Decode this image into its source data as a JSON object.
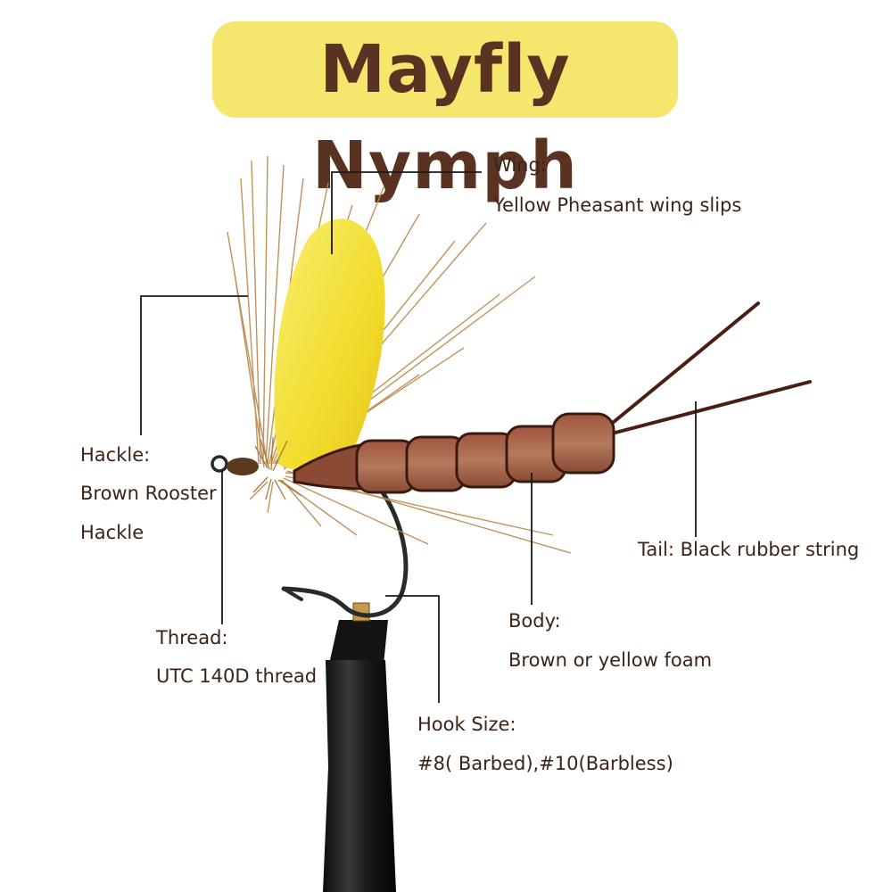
{
  "title": "Mayfly Nymph",
  "labels": {
    "wing": {
      "heading": "Wing:",
      "detail": "Yellow Pheasant wing slips"
    },
    "hackle": {
      "heading": "Hackle:",
      "detail_1": "Brown Rooster",
      "detail_2": "Hackle"
    },
    "thread": {
      "heading": "Thread:",
      "detail": "UTC 140D thread"
    },
    "tail": {
      "heading": "Tail: Black rubber string"
    },
    "body": {
      "heading": "Body:",
      "detail": "Brown or yellow foam"
    },
    "hook": {
      "heading": "Hook Size:",
      "detail": "#8( Barbed),#10(Barbless)"
    }
  },
  "colors": {
    "title_bg": "#f5e66e",
    "title_text": "#5a3221",
    "label_text": "#3a2418",
    "wing_yellow": "#f4e24a",
    "hackle_brown": "#b8884a",
    "foam_brown": "#9a5a3e",
    "vise_black": "#1a1a1a"
  }
}
